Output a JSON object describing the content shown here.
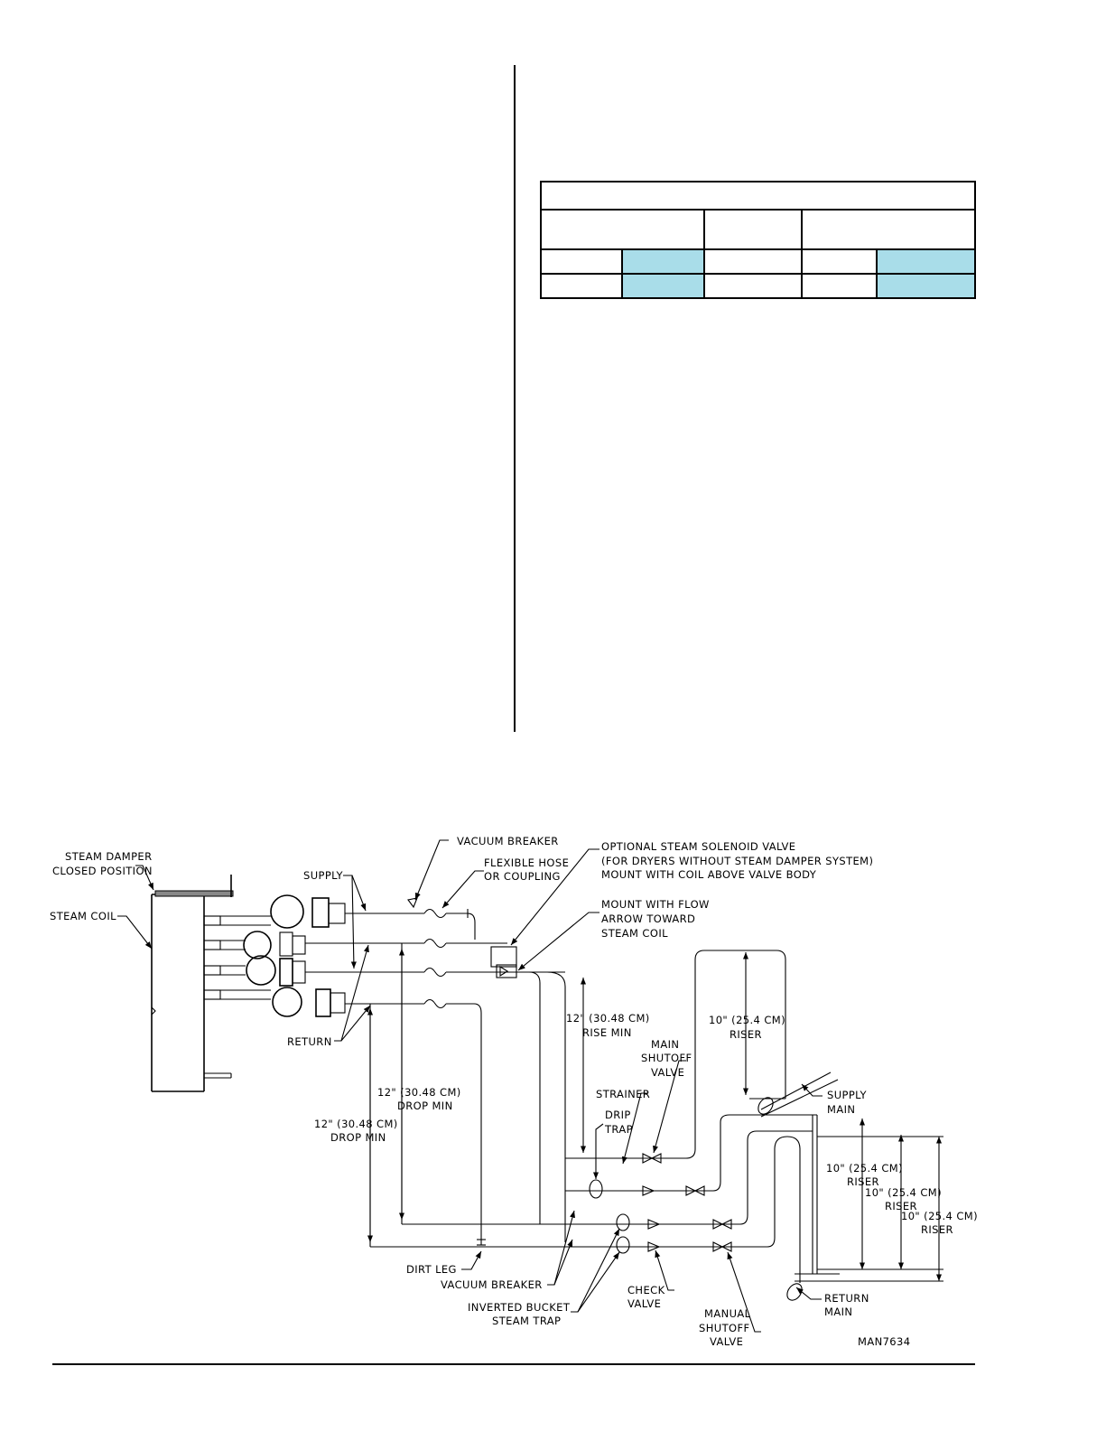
{
  "table": {
    "title": "",
    "header": [
      "",
      "",
      ""
    ],
    "rows": [
      [
        "",
        "",
        "",
        "",
        ""
      ],
      [
        "",
        "",
        "",
        "",
        ""
      ]
    ],
    "highlight_color": "#a9dde9"
  },
  "diagram": {
    "labels": {
      "steam_damper": [
        "STEAM DAMPER",
        "CLOSED POSITION"
      ],
      "steam_coil": "STEAM COIL",
      "supply": "SUPPLY",
      "return": "RETURN",
      "vacuum_breaker_top": "VACUUM BREAKER",
      "flexible_hose": [
        "FLEXIBLE HOSE",
        "OR COUPLING"
      ],
      "solenoid": [
        "OPTIONAL STEAM SOLENOID VALVE",
        "(FOR DRYERS WITHOUT STEAM DAMPER SYSTEM)",
        "MOUNT WITH COIL ABOVE VALVE BODY"
      ],
      "mount_flow": [
        "MOUNT WITH FLOW",
        "ARROW TOWARD",
        "STEAM COIL"
      ],
      "rise_min": [
        "12\" (30.48 CM)",
        "RISE MIN"
      ],
      "main_shutoff": [
        "MAIN",
        "SHUTOFF",
        "VALVE"
      ],
      "strainer": "STRAINER",
      "drip_trap": [
        "DRIP",
        "TRAP"
      ],
      "riser_top": [
        "10\" (25.4 CM)",
        "RISER"
      ],
      "supply_main": [
        "SUPPLY",
        "MAIN"
      ],
      "drop_min_1": [
        "12\" (30.48 CM)",
        "DROP MIN"
      ],
      "drop_min_2": [
        "12\" (30.48 CM)",
        "DROP MIN"
      ],
      "riser_1": [
        "10\" (25.4 CM)",
        "RISER"
      ],
      "riser_2": [
        "10\" (25.4 CM)",
        "RISER"
      ],
      "riser_3": [
        "10\" (25.4 CM)",
        "RISER"
      ],
      "dirt_leg": "DIRT LEG",
      "vacuum_breaker_bottom": "VACUUM BREAKER",
      "inverted_bucket": [
        "INVERTED BUCKET",
        "STEAM TRAP"
      ],
      "check_valve": [
        "CHECK",
        "VALVE"
      ],
      "manual_shutoff": [
        "MANUAL",
        "SHUTOFF",
        "VALVE"
      ],
      "return_main": [
        "RETURN",
        "MAIN"
      ],
      "drawing_id": "MAN7634"
    }
  }
}
